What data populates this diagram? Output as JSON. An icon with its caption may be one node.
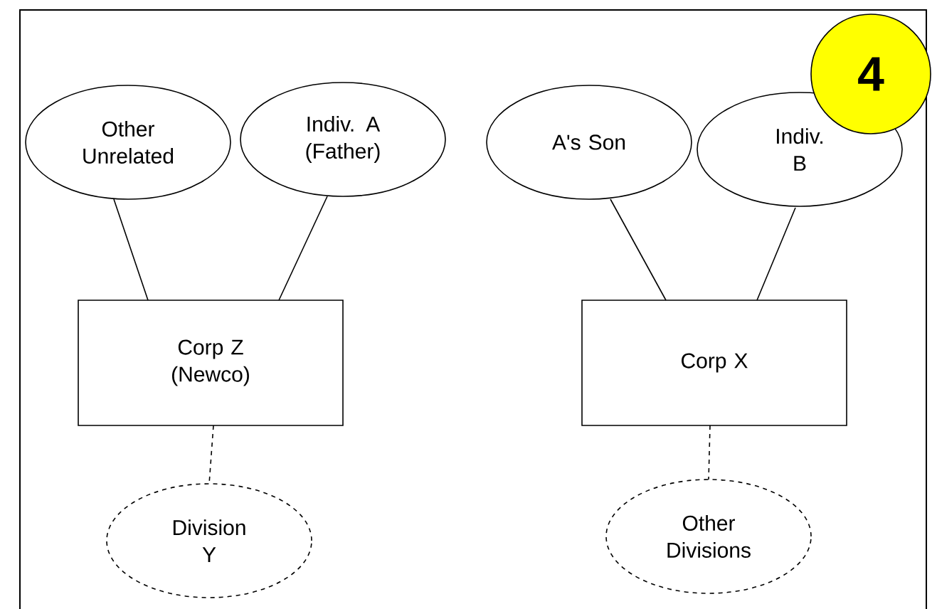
{
  "diagram": {
    "nodes": [
      {
        "text": [
          "Other Unrelated"
        ]
      },
      {
        "text": [
          "Indiv. A (Father)"
        ]
      },
      {
        "text": [
          "A's Son"
        ]
      },
      {
        "text": [
          "Indiv. B"
        ]
      },
      {
        "text": [
          "Corp Z (Newco)"
        ]
      },
      {
        "text": [
          "Corp X"
        ]
      },
      {
        "text": [
          "Division Y"
        ]
      },
      {
        "text": [
          "Other Divisions"
        ]
      },
      {
        "text": [
          "4"
        ]
      }
    ],
    "edges": [
      {
        "from": 0,
        "to": 4,
        "arrow": "none"
      },
      {
        "from": 1,
        "to": 4,
        "arrow": "none"
      },
      {
        "from": 2,
        "to": 5,
        "arrow": "none"
      },
      {
        "from": 3,
        "to": 5,
        "arrow": "none"
      },
      {
        "from": 4,
        "to": 6,
        "arrow": "none",
        "style": "dashed"
      },
      {
        "from": 5,
        "to": 7,
        "arrow": "none",
        "style": "dashed"
      }
    ]
  }
}
